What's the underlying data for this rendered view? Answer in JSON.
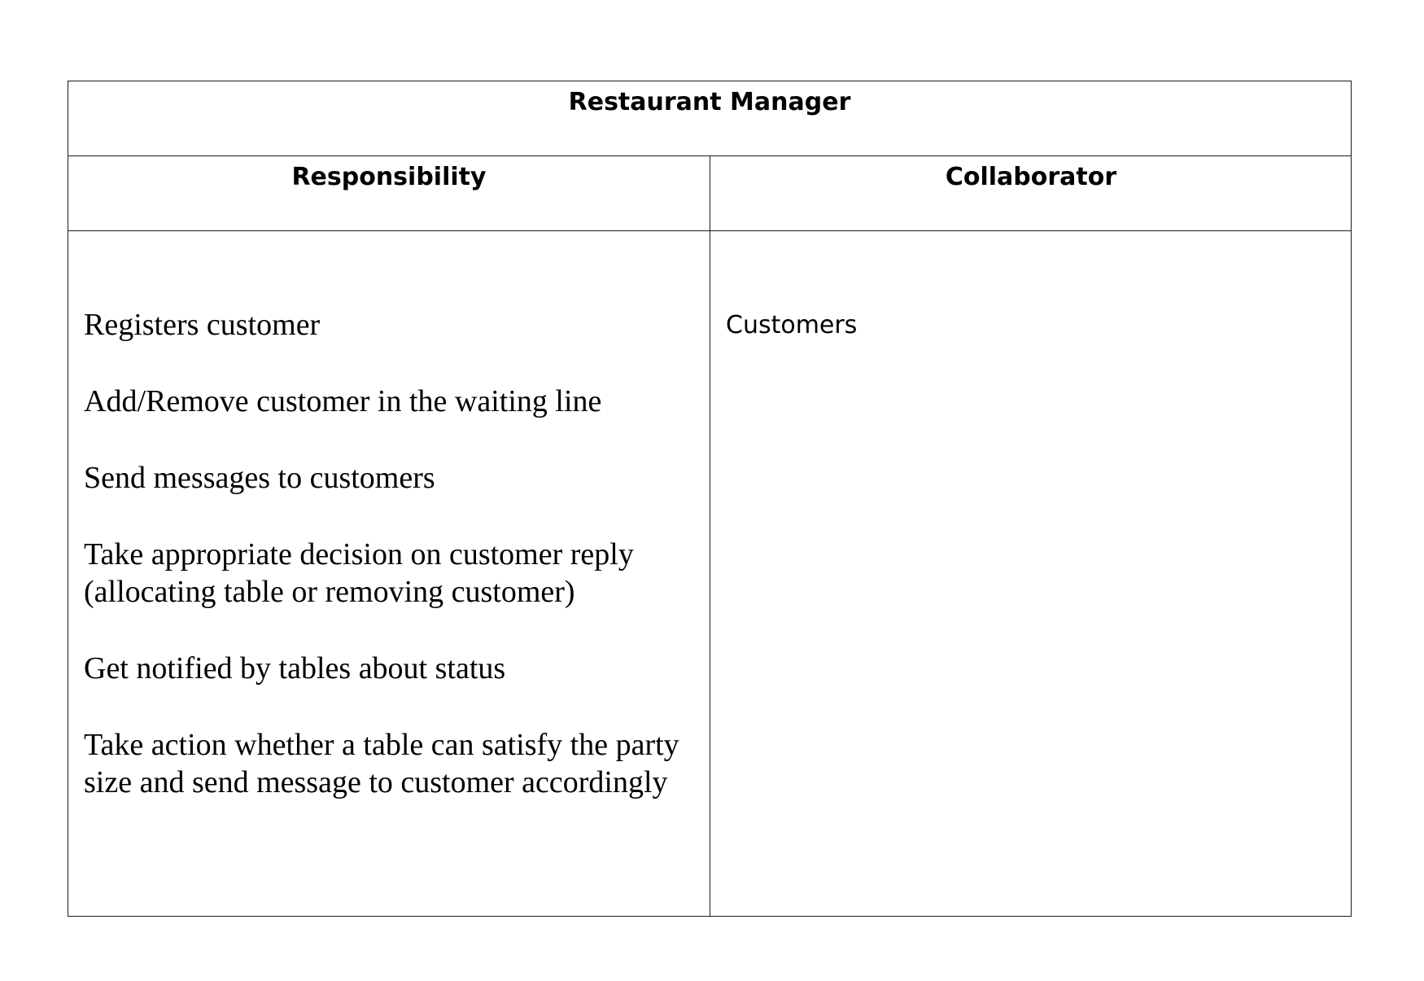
{
  "card": {
    "title": "Restaurant Manager",
    "headers": {
      "responsibility": "Responsibility",
      "collaborator": "Collaborator"
    },
    "responsibilities": [
      "Registers customer",
      "Add/Remove customer in the waiting line",
      "Send messages to customers",
      "Take appropriate decision on customer reply (allocating table or removing customer)",
      "Get notified by tables about status",
      "Take action whether a table can satisfy the party size and send message to customer accordingly"
    ],
    "collaborators": [
      "Customers"
    ]
  }
}
